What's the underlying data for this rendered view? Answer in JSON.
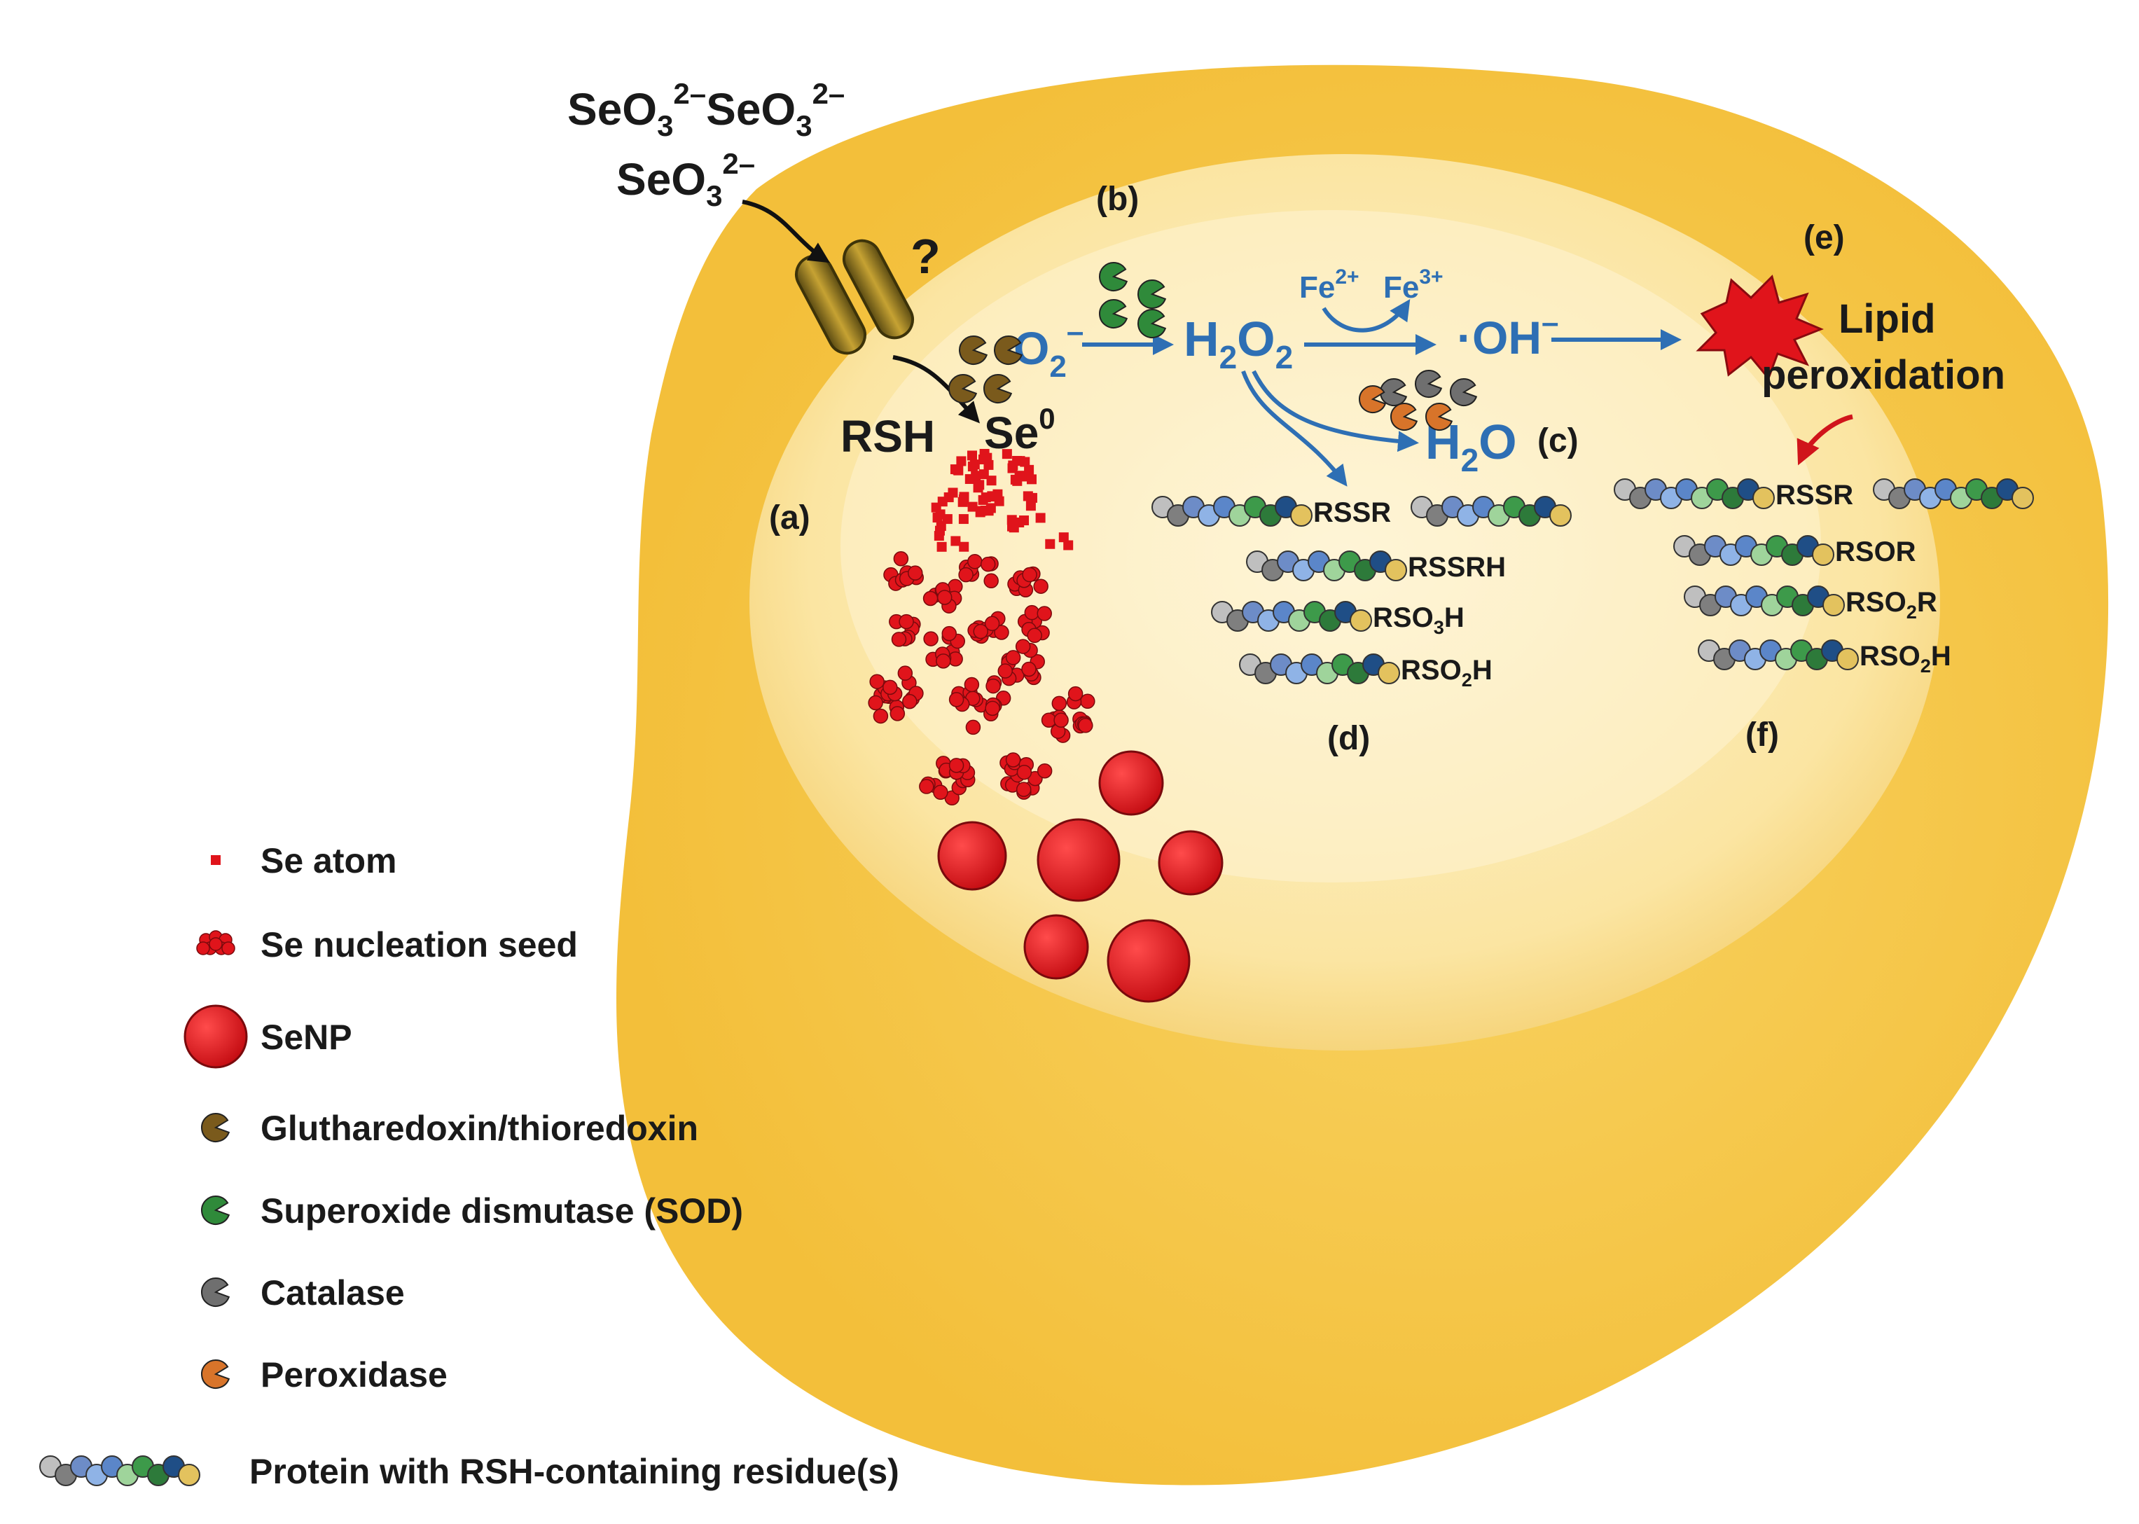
{
  "colors": {
    "cell_outer": "#f7c94a",
    "cell_inner": "#fbe6a8",
    "pathway_blue": "#2e6fb4",
    "se_red": "#e0141b",
    "gluth": "#7a5a1c",
    "sod": "#2f8a3a",
    "catalase": "#6f6f6f",
    "peroxidase": "#d8742a",
    "burst": "#e0141b"
  },
  "inputs": {
    "selenite_dimer": {
      "base": "SeO",
      "sub1": "3",
      "sup1": "2–",
      "mid": "SeO",
      "sub2": "3",
      "sup2": "2–"
    },
    "selenite": {
      "base": "SeO",
      "sub": "3",
      "sup": "2–"
    },
    "transporter_question": "?"
  },
  "reduction": {
    "rsh": "RSH",
    "se0_base": "Se",
    "se0_sup": "0"
  },
  "pathway": {
    "superoxide": {
      "dot": "·",
      "base": "O",
      "sub": "2",
      "sup": "–"
    },
    "h2o2": {
      "a": "H",
      "sub1": "2",
      "b": "O",
      "sub2": "2"
    },
    "fe2": {
      "base": "Fe",
      "sup": "2+"
    },
    "fe3": {
      "base": "Fe",
      "sup": "3+"
    },
    "hydroxyl": {
      "dot": "·",
      "base": "OH",
      "sup": "–"
    },
    "water": {
      "a": "H",
      "sub": "2",
      "b": "O"
    },
    "lipid_line1": "Lipid",
    "lipid_line2": "peroxidation"
  },
  "step_labels": {
    "a": "(a)",
    "b": "(b)",
    "c": "(c)",
    "d": "(d)",
    "e": "(e)",
    "f": "(f)"
  },
  "proteins_d": [
    {
      "base": "RSSR"
    },
    {
      "base": "RSSRH"
    },
    {
      "base": "RSO",
      "sub": "3",
      "tail": "H"
    },
    {
      "base": "RSO",
      "sub": "2",
      "tail": "H"
    }
  ],
  "proteins_f": [
    {
      "base": "RSSR"
    },
    {
      "base": "RSOR"
    },
    {
      "base": "RSO",
      "sub": "2",
      "tail": "R"
    },
    {
      "base": "RSO",
      "sub": "2",
      "tail": "H"
    }
  ],
  "legend": [
    {
      "icon": "se-atom",
      "label": "Se atom"
    },
    {
      "icon": "se-nucleation-seed",
      "label": "Se nucleation seed"
    },
    {
      "icon": "senp",
      "label": "SeNP"
    },
    {
      "icon": "gluth-enzyme",
      "label": "Glutharedoxin/thioredoxin"
    },
    {
      "icon": "sod-enzyme",
      "label": "Superoxide dismutase (SOD)"
    },
    {
      "icon": "catalase-enzyme",
      "label": "Catalase"
    },
    {
      "icon": "peroxidase-enzyme",
      "label": "Peroxidase"
    },
    {
      "icon": "protein-chain",
      "label": "Protein with RSH-containing residue(s)"
    }
  ]
}
